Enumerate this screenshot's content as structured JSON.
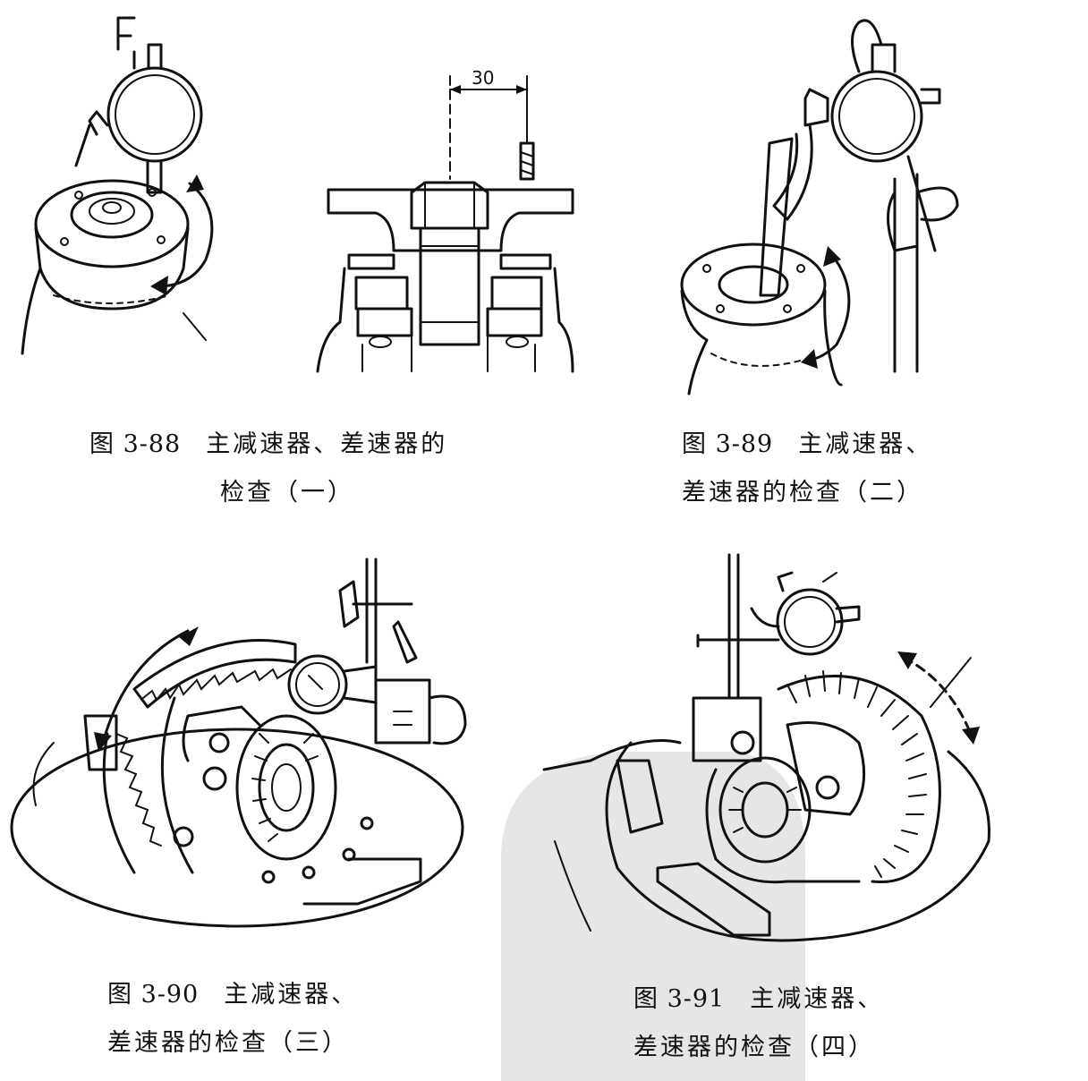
{
  "figures": [
    {
      "number": "图 3-88",
      "title_line1": "主减速器、差速器的",
      "title_line2": "检查（一）",
      "dimension_label": "30"
    },
    {
      "number": "图 3-89",
      "title_line1": "主减速器、",
      "title_line2": "差速器的检查（二）"
    },
    {
      "number": "图 3-90",
      "title_line1": "主减速器、",
      "title_line2": "差速器的检查（三）"
    },
    {
      "number": "图 3-91",
      "title_line1": "主减速器、",
      "title_line2": "差速器的检查（四）"
    }
  ],
  "colors": {
    "ink": "#111111",
    "watermark": "#e6e6e6",
    "background": "#ffffff"
  },
  "icons": [
    "dial-indicator-icon",
    "rotation-arrow-icon",
    "flange-icon",
    "ring-gear-icon"
  ]
}
